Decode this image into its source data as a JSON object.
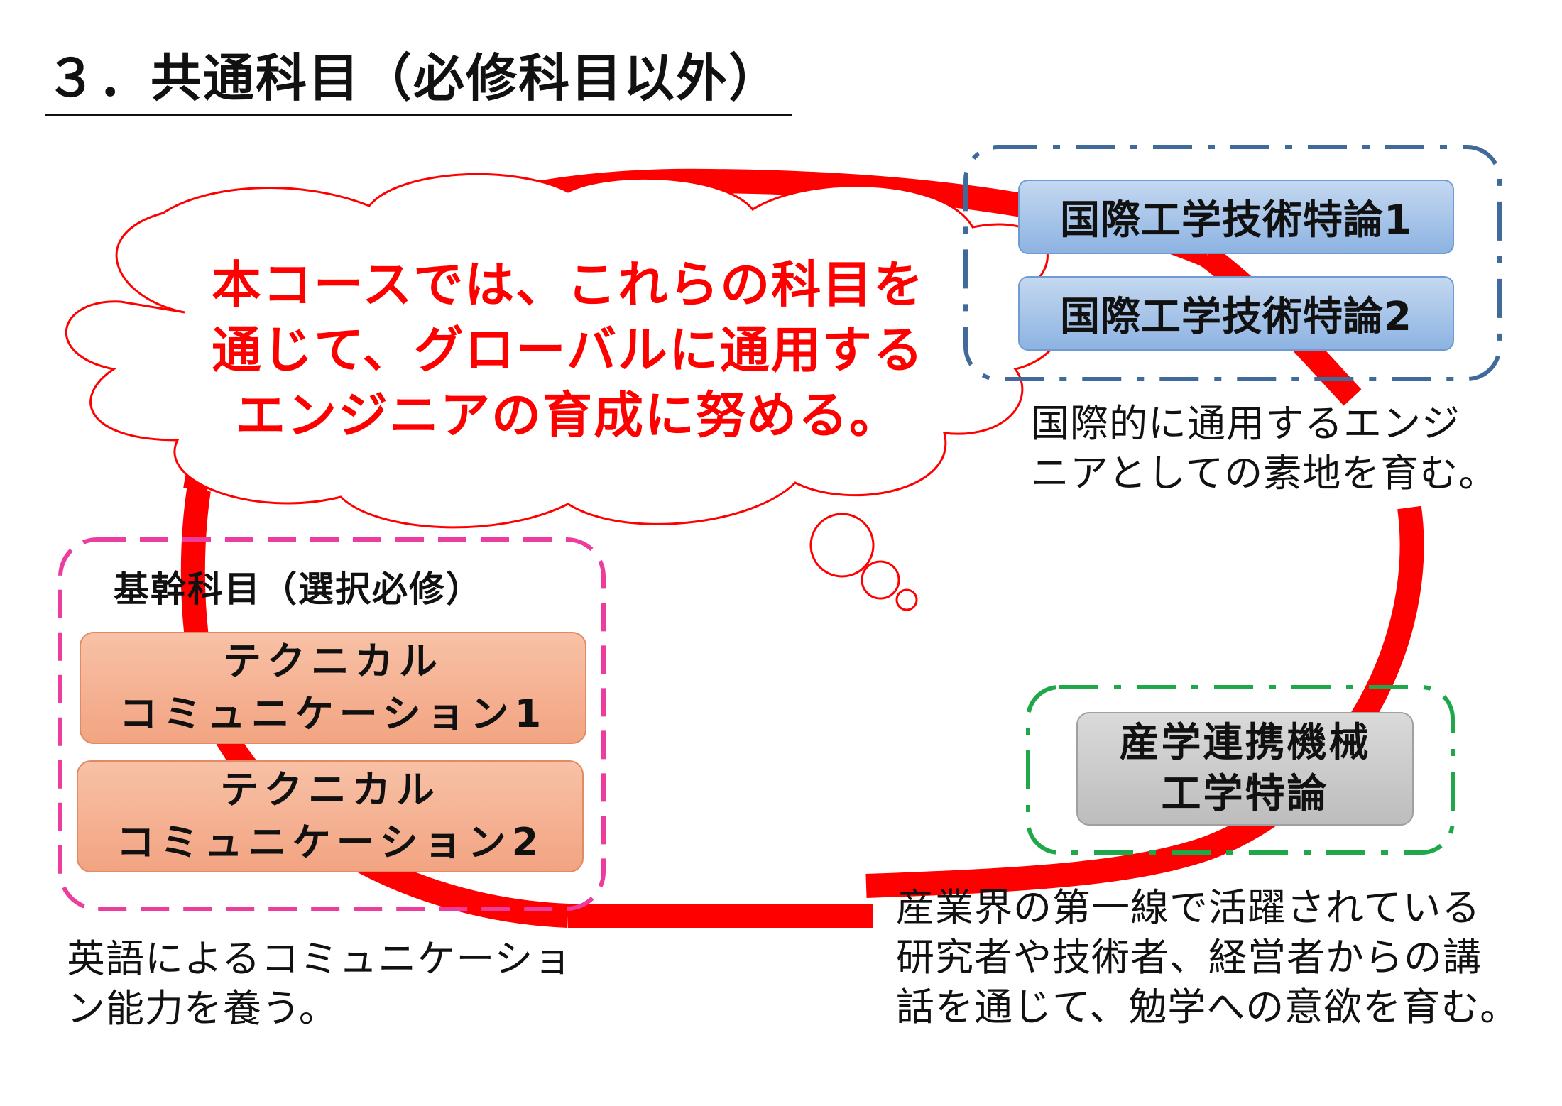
{
  "title": "３．共通科目（必修科目以外）",
  "cloud": {
    "lines": [
      "本コースでは、これらの科目を",
      "通じて、グローバルに通用する",
      "エンジニアの育成に努める。"
    ]
  },
  "international_group": {
    "boxes": [
      "国際工学技術特論1",
      "国際工学技術特論2"
    ],
    "description": [
      "国際的に通用するエンジ",
      "ニアとしての素地を育む。"
    ]
  },
  "core_group": {
    "label": "基幹科目（選択必修）",
    "boxes": [
      [
        "テクニカル",
        "コミュニケーション1"
      ],
      [
        "テクニカル",
        "コミュニケーション2"
      ]
    ],
    "description": [
      "英語によるコミュニケーショ",
      "ン能力を養う。"
    ]
  },
  "industry_group": {
    "box": [
      "産学連携機械",
      "工学特論"
    ],
    "description": [
      "産業界の第一線で活躍されている",
      "研究者や技術者、経営者からの講",
      "話を通じて、勉学への意欲を育む。"
    ]
  },
  "colors": {
    "ring": "#ff0000",
    "cloud_text": "#ff0000",
    "international_border": "#3f6a9a",
    "core_border": "#ec3c9e",
    "industry_border": "#1fa84a",
    "box_blue": "#a9c5ea",
    "box_orange": "#f5b395",
    "box_gray": "#c8c8c8"
  }
}
